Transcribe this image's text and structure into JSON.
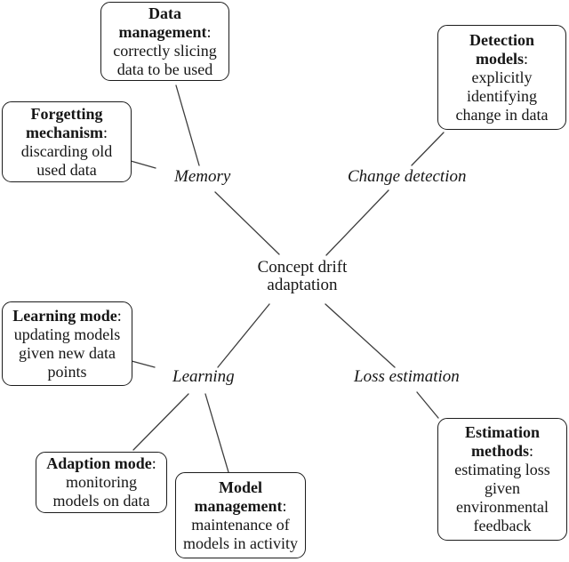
{
  "figure": {
    "center_label": "Concept drift\nadaptation",
    "branches": [
      {
        "id": "memory",
        "label": "Memory"
      },
      {
        "id": "change-detection",
        "label": "Change detection"
      },
      {
        "id": "learning",
        "label": "Learning"
      },
      {
        "id": "loss-estimation",
        "label": "Loss estimation"
      }
    ],
    "boxes": [
      {
        "id": "data-management",
        "title": "Data\nmanagement",
        "desc": ":\ncorrectly slicing\ndata to be used"
      },
      {
        "id": "forgetting-mechanism",
        "title": "Forgetting\nmechanism",
        "desc": ":\ndiscarding old\nused data"
      },
      {
        "id": "detection-models",
        "title": "Detection\nmodels",
        "desc": ":\nexplicitly\nidentifying\nchange in data"
      },
      {
        "id": "learning-mode",
        "title": "Learning mode",
        "desc": ":\nupdating models\ngiven new data\npoints"
      },
      {
        "id": "adaption-mode",
        "title": "Adaption mode",
        "desc": ":\nmonitoring\nmodels on data"
      },
      {
        "id": "model-management",
        "title": "Model\nmanagement",
        "desc": ":\nmaintenance of\nmodels in activity"
      },
      {
        "id": "estimation-methods",
        "title": "Estimation\nmethods",
        "desc": ":\nestimating loss\ngiven\nenvironmental\nfeedback"
      }
    ]
  },
  "colors": {
    "ink": "#161616",
    "connector": "#3d3d3d",
    "box_border": "#1c1c1c",
    "background": "#ffffff"
  }
}
